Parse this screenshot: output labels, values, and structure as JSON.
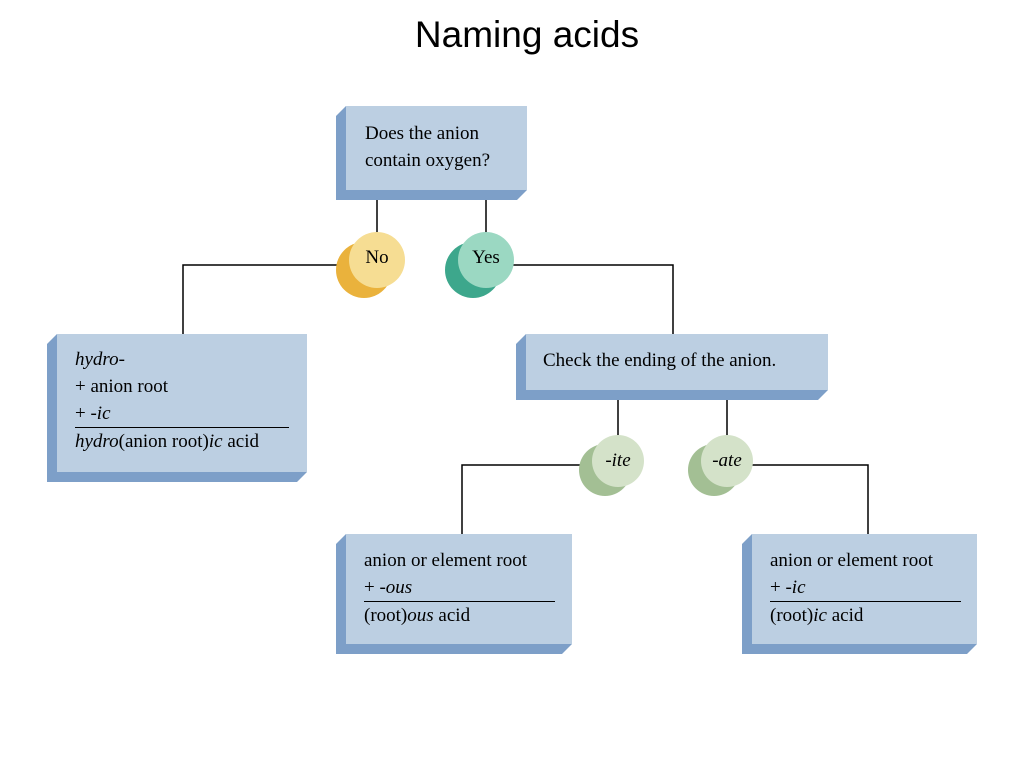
{
  "title": "Naming acids",
  "question": {
    "line1": "Does the anion",
    "line2": "contain oxygen?"
  },
  "branches": {
    "no": "No",
    "yes": "Yes",
    "ite": "-ite",
    "ate": "-ate"
  },
  "hydro_box": {
    "line1": "hydro-",
    "line2": "+ anion root",
    "line3_plus": "+ ",
    "line3_suffix": "-ic",
    "result_prefix": "hydro",
    "result_mid": "(anion root)",
    "result_suffix": "ic",
    "result_end": " acid"
  },
  "check_box": {
    "text": "Check the ending of the anion."
  },
  "ous_box": {
    "line1": "anion or element root",
    "line2_plus": "+ ",
    "line2_suffix": "-ous",
    "result_prefix": "(root)",
    "result_suffix": "ous",
    "result_end": " acid"
  },
  "ic_box": {
    "line1": "anion or element root",
    "line2_plus": "+ ",
    "line2_suffix": "-ic",
    "result_prefix": "(root)",
    "result_suffix": "ic",
    "result_end": " acid"
  },
  "colors": {
    "box_face": "#bccfe2",
    "box_side": "#7d9fc8",
    "no_front": "#f6dd93",
    "no_back": "#eab23c",
    "yes_front": "#9bd8c2",
    "yes_back": "#3da78c",
    "ending_front": "#d4e2c9",
    "ending_back": "#a3bf94"
  }
}
